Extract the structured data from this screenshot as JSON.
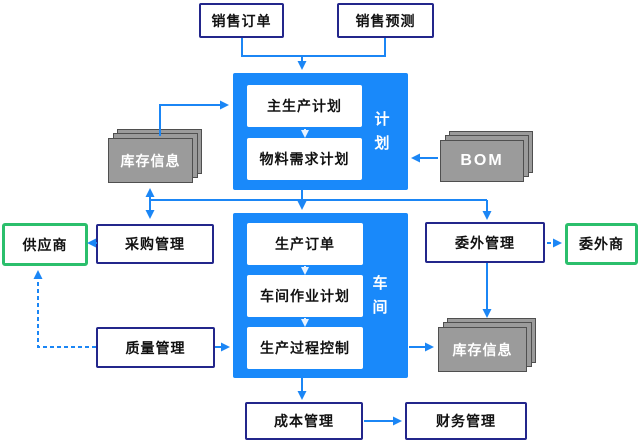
{
  "diagram_type": "flowchart",
  "nodes": {
    "sales_order": "销售订单",
    "sales_forecast": "销售预测",
    "mps": "主生产计划",
    "mrp": "物料需求计划",
    "plan_group": "计划",
    "inventory_left": "库存信息",
    "bom": "BOM",
    "supplier": "供应商",
    "purchasing": "采购管理",
    "production_order": "生产订单",
    "workshop_schedule": "车间作业计划",
    "process_control": "生产过程控制",
    "workshop_group": "车间",
    "outsourcing_mgmt": "委外管理",
    "outsourcing_vendor": "委外商",
    "quality": "质量管理",
    "inventory_right": "库存信息",
    "cost": "成本管理",
    "finance": "财务管理"
  },
  "edges": [
    {
      "from": "sales_order",
      "to": "mps",
      "style": "solid"
    },
    {
      "from": "sales_forecast",
      "to": "mps",
      "style": "solid"
    },
    {
      "from": "inventory_left",
      "to": "mps",
      "style": "solid"
    },
    {
      "from": "bom",
      "to": "mrp",
      "style": "solid"
    },
    {
      "from": "mps",
      "to": "mrp",
      "style": "solid"
    },
    {
      "from": "mrp",
      "to": "production_order",
      "style": "solid"
    },
    {
      "from": "mrp",
      "to": "inventory_left",
      "style": "solid",
      "arrows": "both-junction"
    },
    {
      "from": "mrp",
      "to": "purchasing",
      "style": "solid"
    },
    {
      "from": "mrp",
      "to": "outsourcing_mgmt",
      "style": "solid"
    },
    {
      "from": "purchasing",
      "to": "supplier",
      "style": "solid"
    },
    {
      "from": "production_order",
      "to": "workshop_schedule",
      "style": "solid"
    },
    {
      "from": "workshop_schedule",
      "to": "process_control",
      "style": "solid"
    },
    {
      "from": "quality",
      "to": "process_control",
      "style": "solid"
    },
    {
      "from": "quality",
      "to": "supplier",
      "style": "dashed"
    },
    {
      "from": "process_control",
      "to": "inventory_right",
      "style": "solid"
    },
    {
      "from": "outsourcing_mgmt",
      "to": "outsourcing_vendor",
      "style": "dashed"
    },
    {
      "from": "outsourcing_mgmt",
      "to": "inventory_right",
      "style": "solid"
    },
    {
      "from": "workshop_group",
      "to": "cost",
      "style": "solid"
    },
    {
      "from": "cost",
      "to": "finance",
      "style": "solid"
    }
  ],
  "colors": {
    "background": "#ffffff",
    "primary_blue": "#1989fa",
    "line_blue": "#1b86f5",
    "navy_border": "#23268b",
    "green_border": "#2bbf6c",
    "gray_fill": "#9b9b9b",
    "gray_border": "#4f4f4f",
    "inner_arrow": "#e9f3ff",
    "text": "#111111"
  }
}
